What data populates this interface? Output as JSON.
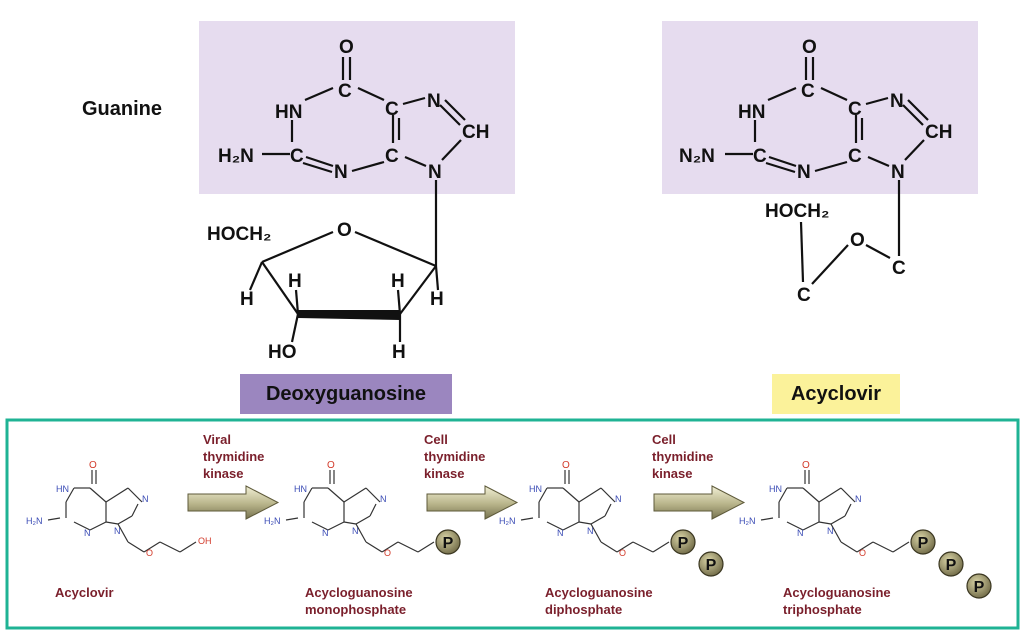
{
  "guanine_label": "Guanine",
  "deoxyguanosine": {
    "label": "Deoxyguanosine",
    "atoms": {
      "o_top": "O",
      "hn": "HN",
      "c_top": "C",
      "c_right": "C",
      "n_top": "N",
      "ch": "CH",
      "h2n": "H₂N",
      "c_left": "C",
      "n_mid": "N",
      "c_mid": "C",
      "n_right": "N",
      "hoch2": "HOCH₂",
      "o_ring": "O",
      "h1": "H",
      "h2": "H",
      "h3": "H",
      "h4": "H",
      "ho": "HO",
      "h5": "H"
    }
  },
  "acyclovir_top": {
    "label": "Acyclovir",
    "atoms": {
      "o_top": "O",
      "hn": "HN",
      "c_top": "C",
      "c_right": "C",
      "n_top": "N",
      "ch": "CH",
      "n2n": "N₂N",
      "c_left": "C",
      "n_mid": "N",
      "c_mid": "C",
      "n_right": "N",
      "hoch2": "HOCH₂",
      "o_chain": "O",
      "c_right_chain": "C",
      "c_left_chain": "C"
    }
  },
  "pathway": {
    "border_color": "#1fb394",
    "text_color": "#7a1f2b",
    "arrows": [
      {
        "lines": [
          "Viral",
          "thymidine",
          "kinase"
        ]
      },
      {
        "lines": [
          "Cell",
          "thymidine",
          "kinase"
        ]
      },
      {
        "lines": [
          "Cell",
          "thymidine",
          "kinase"
        ]
      }
    ],
    "molecules": [
      {
        "name_lines": [
          "Acyclovir"
        ],
        "tail": "OH",
        "phosphates": 0
      },
      {
        "name_lines": [
          "Acycloguanosine",
          "monophosphate"
        ],
        "tail": "",
        "phosphates": 1
      },
      {
        "name_lines": [
          "Acycloguanosine",
          "diphosphate"
        ],
        "tail": "",
        "phosphates": 2
      },
      {
        "name_lines": [
          "Acycloguanosine",
          "triphosphate"
        ],
        "tail": "",
        "phosphates": 3
      }
    ],
    "small_atoms": {
      "o": "O",
      "hn": "HN",
      "n": "N",
      "h2n": "H₂N"
    },
    "phosphate_symbol": "P"
  },
  "colors": {
    "panel_fill": "#e6dcef",
    "deoxy_label_fill": "#9b86bf",
    "acyclovir_label_fill": "#fbf29a",
    "small_o": "#d23a2a",
    "small_n": "#3a4bb5",
    "phosphate_fill": "#7a7350"
  }
}
